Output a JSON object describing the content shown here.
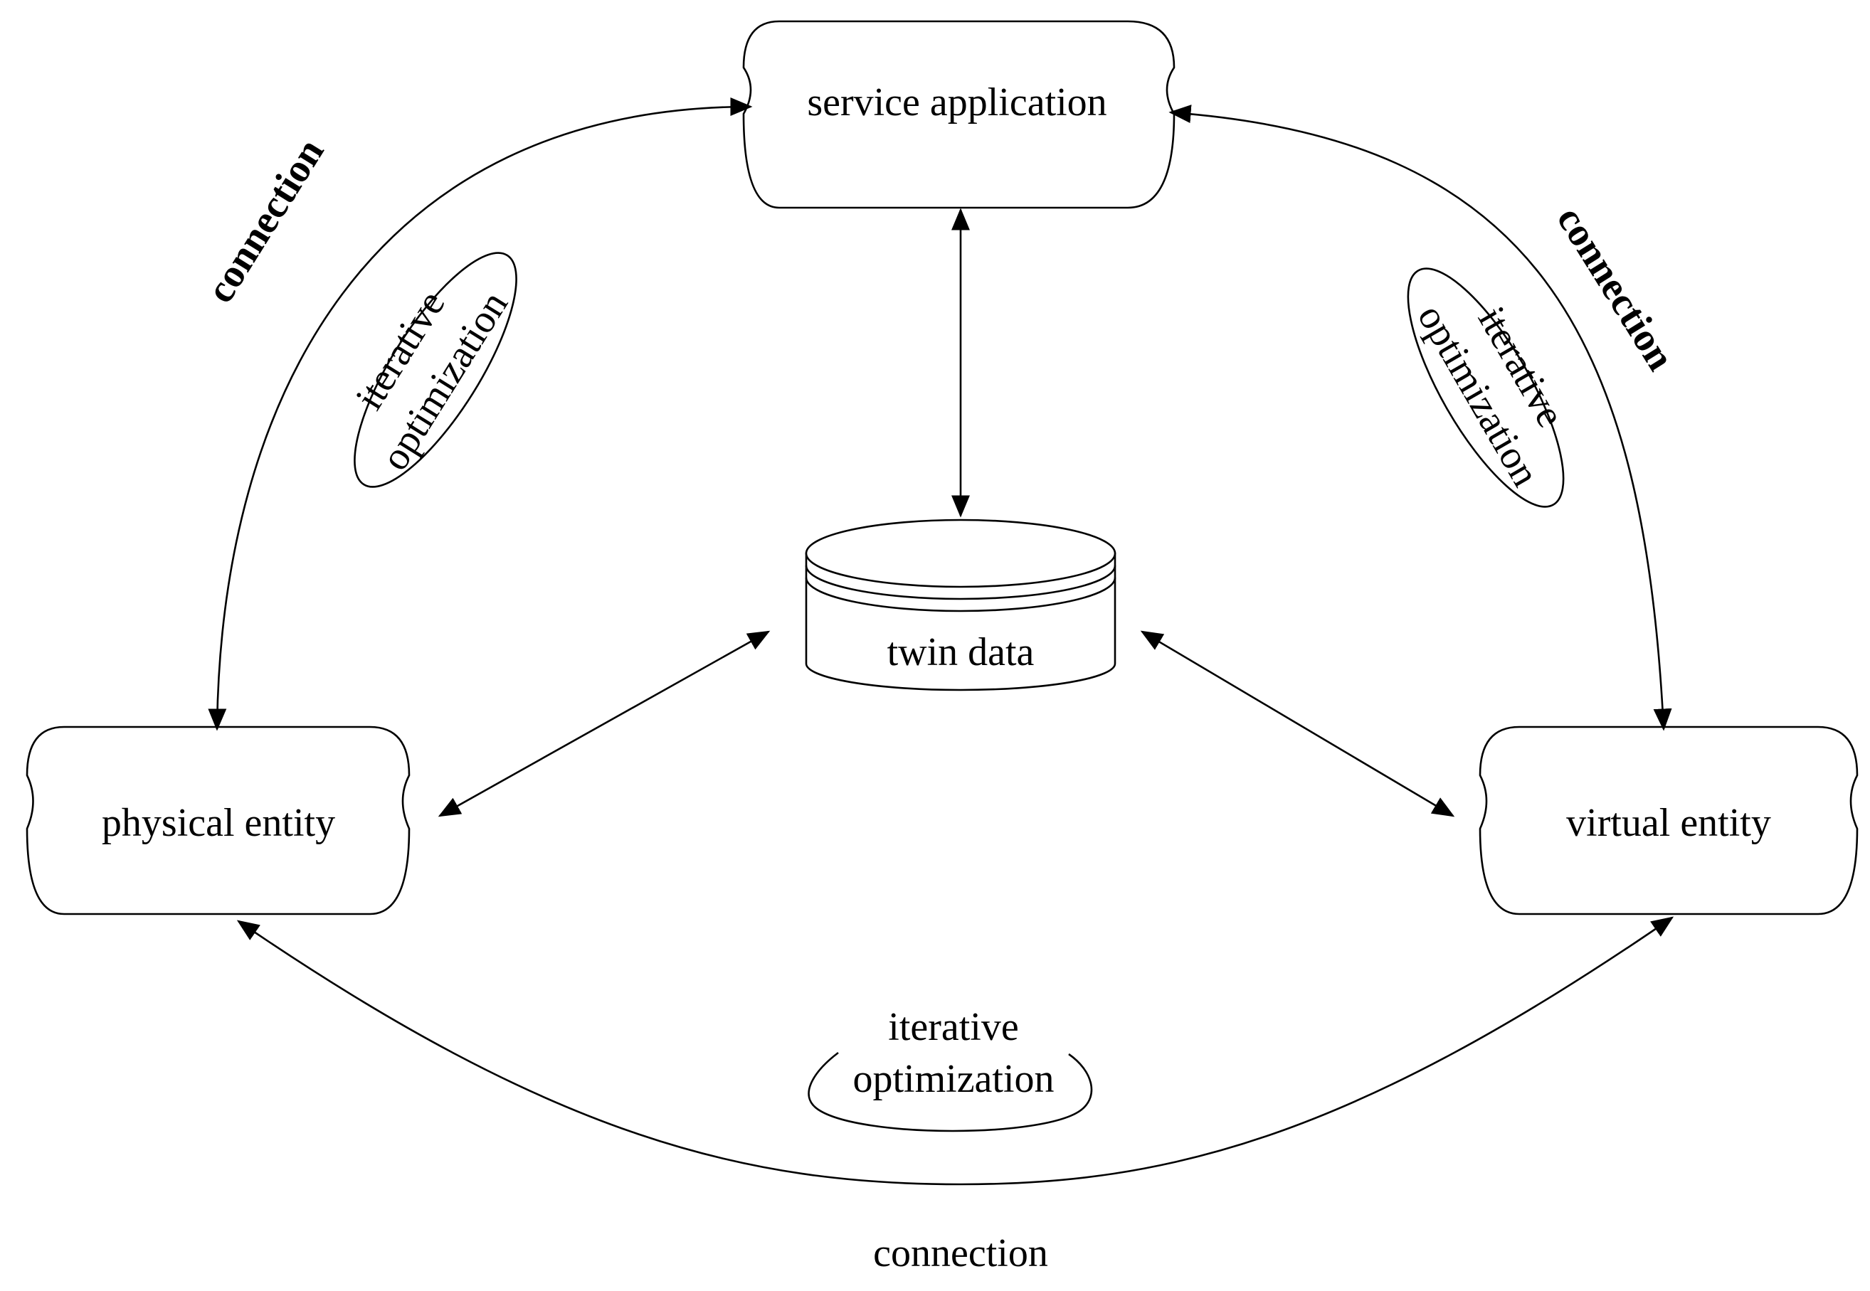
{
  "nodes": {
    "service_application": "service application",
    "twin_data": "twin data",
    "physical_entity": "physical entity",
    "virtual_entity": "virtual entity"
  },
  "edges": {
    "left_connection": "connection",
    "right_connection": "connection",
    "bottom_connection": "connection"
  },
  "optimization": {
    "left_line1": "iterative",
    "left_line2": "optimization",
    "right_line1": "iterative",
    "right_line2": "optimization",
    "bottom_line1": "iterative",
    "bottom_line2": "optimization"
  },
  "colors": {
    "stroke": "#000000",
    "background": "#ffffff"
  }
}
